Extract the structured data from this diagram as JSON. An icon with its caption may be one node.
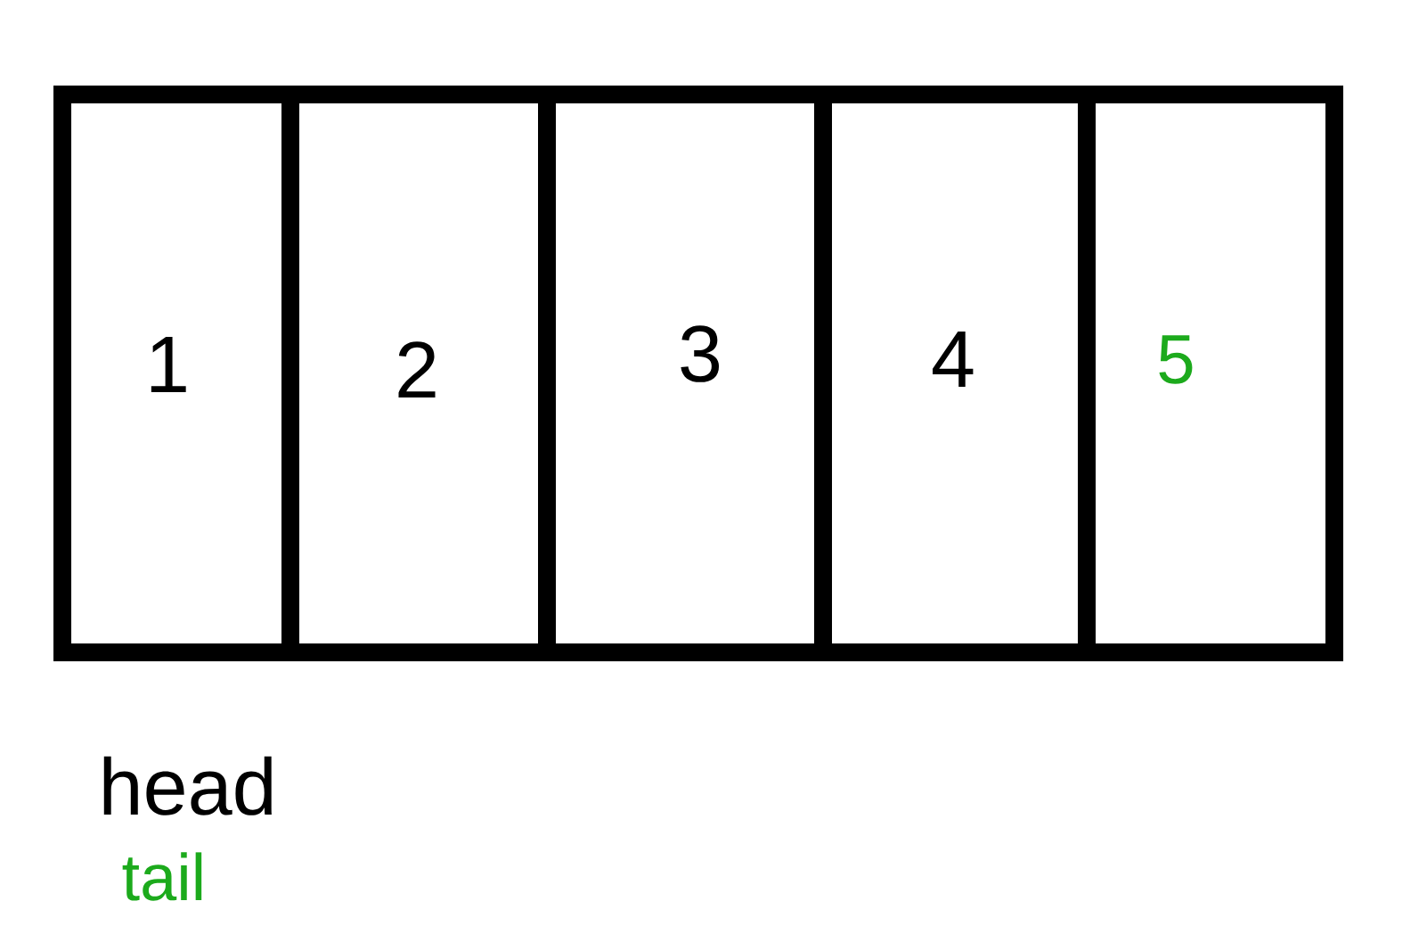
{
  "diagram": {
    "nodes": [
      {
        "text": [
          "1"
        ]
      },
      {
        "text": [
          "2"
        ]
      },
      {
        "text": [
          "3"
        ]
      },
      {
        "text": [
          "4"
        ]
      },
      {
        "text": [
          "5"
        ]
      }
    ],
    "labels": [
      "head",
      "tail"
    ]
  }
}
